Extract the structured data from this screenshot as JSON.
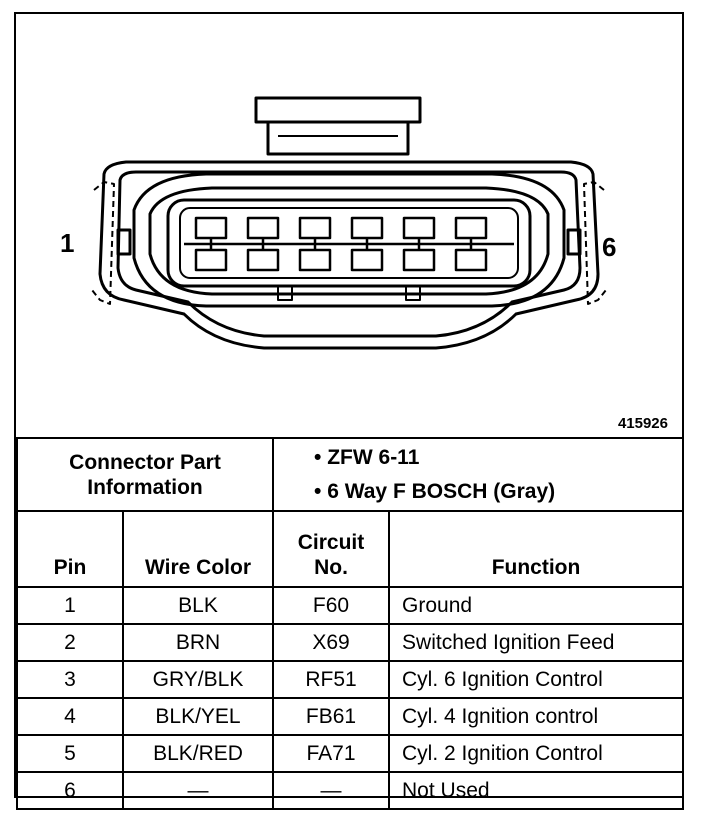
{
  "figure": {
    "pin_left_label": "1",
    "pin_right_label": "6",
    "figure_number": "415926"
  },
  "connector_info": {
    "label": "Connector Part Information",
    "items": [
      "• ZFW 6-11",
      "• 6 Way F BOSCH (Gray)"
    ]
  },
  "columns": {
    "pin": "Pin",
    "wire_color": "Wire Color",
    "circuit_no": "Circuit No.",
    "function": "Function"
  },
  "rows": [
    {
      "pin": "1",
      "wire_color": "BLK",
      "circuit": "F60",
      "function": "Ground"
    },
    {
      "pin": "2",
      "wire_color": "BRN",
      "circuit": "X69",
      "function": "Switched Ignition Feed"
    },
    {
      "pin": "3",
      "wire_color": "GRY/BLK",
      "circuit": "RF51",
      "function": "Cyl. 6 Ignition Control"
    },
    {
      "pin": "4",
      "wire_color": "BLK/YEL",
      "circuit": "FB61",
      "function": "Cyl. 4 Ignition control"
    },
    {
      "pin": "5",
      "wire_color": "BLK/RED",
      "circuit": "FA71",
      "function": "Cyl. 2 Ignition Control"
    },
    {
      "pin": "6",
      "wire_color": "—",
      "circuit": "—",
      "function": "Not Used"
    }
  ]
}
